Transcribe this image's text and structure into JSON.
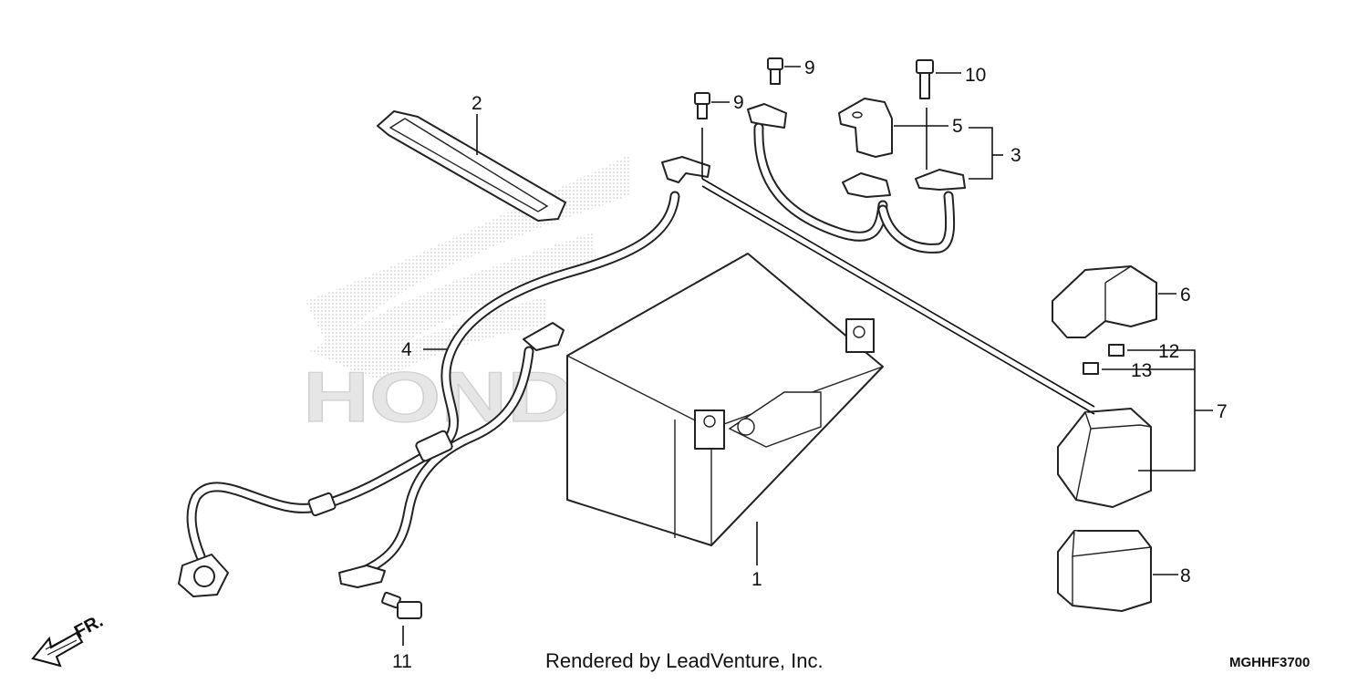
{
  "callouts": {
    "c1": "1",
    "c2": "2",
    "c3": "3",
    "c4": "4",
    "c5": "5",
    "c6": "6",
    "c7": "7",
    "c8": "8",
    "c9a": "9",
    "c9b": "9",
    "c10": "10",
    "c11": "11",
    "c12": "12",
    "c13": "13"
  },
  "watermark": "HONDA",
  "direction_label": "FR.",
  "footer": {
    "credit": "Rendered by LeadVenture, Inc.",
    "diagram_code": "MGHHF3700"
  }
}
